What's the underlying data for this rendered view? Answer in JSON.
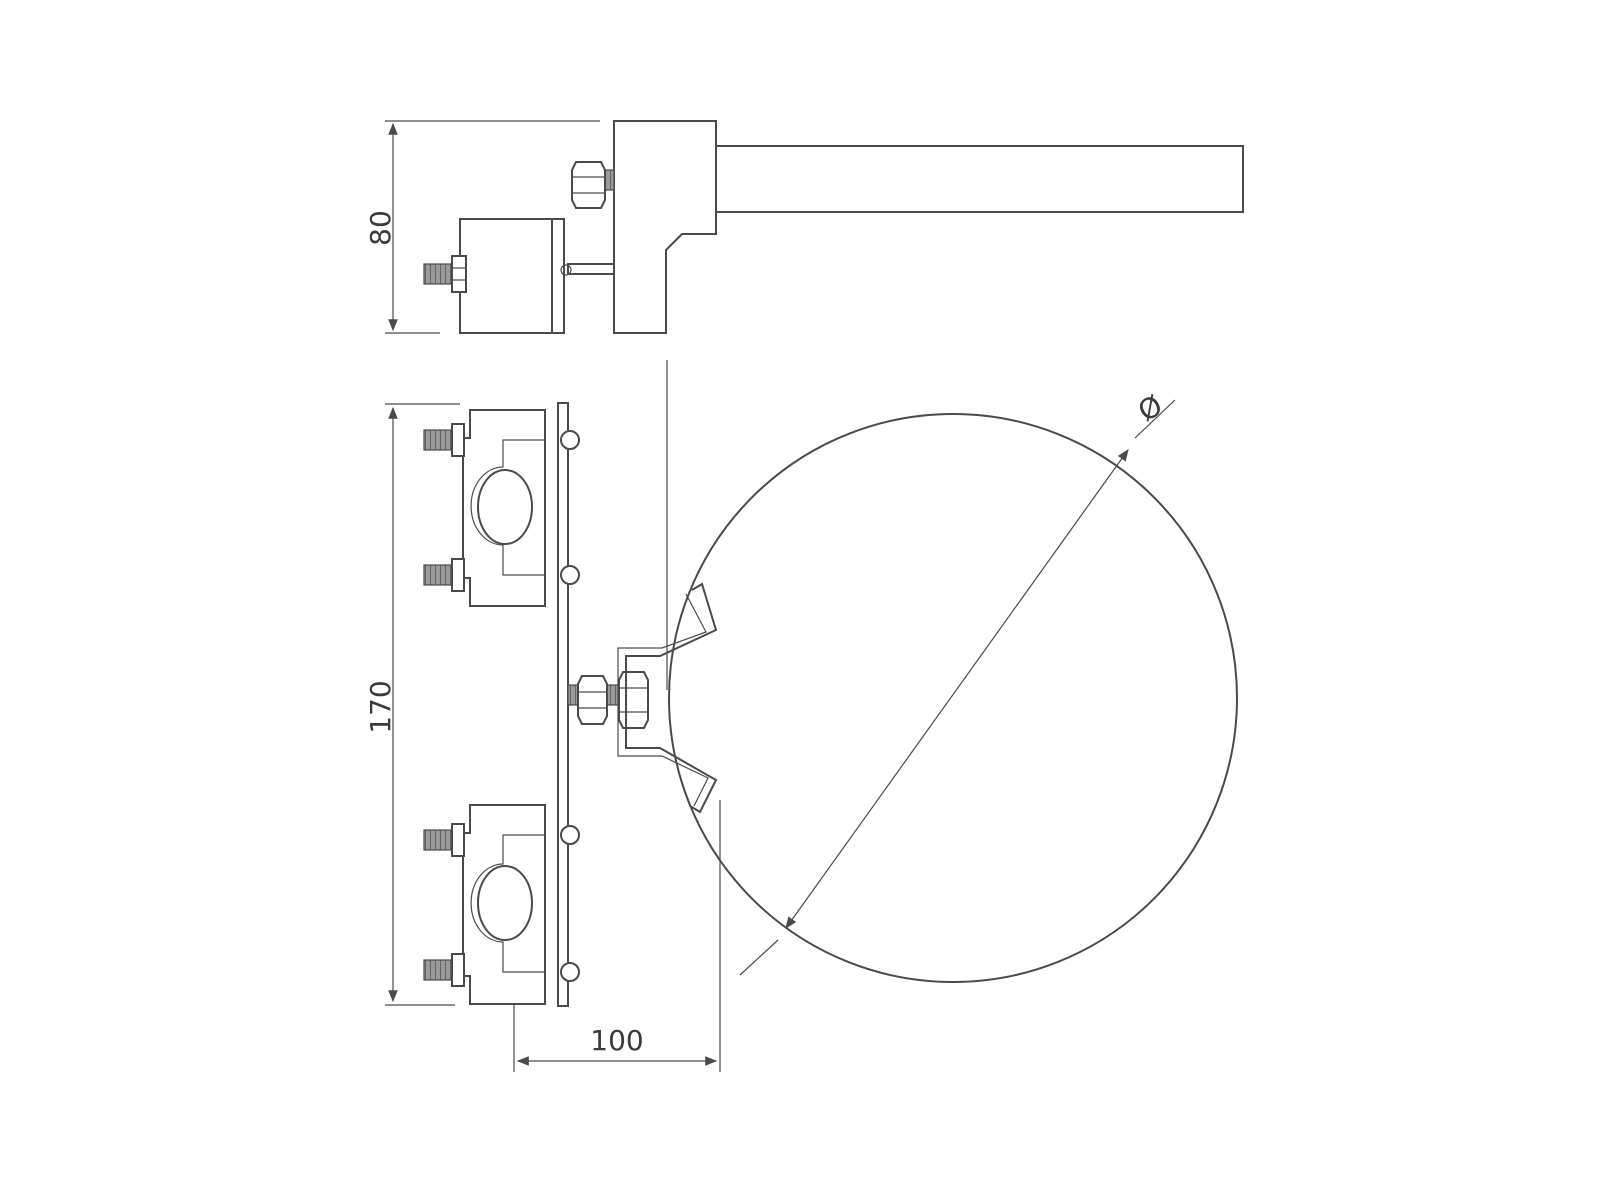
{
  "dimensions": {
    "height_top": "80",
    "height_front": "170",
    "offset": "100",
    "diameter_symbol": "Ø"
  },
  "colors": {
    "line": "#4a4a4a",
    "thread": "#8a8a8a",
    "background": "#ffffff"
  }
}
